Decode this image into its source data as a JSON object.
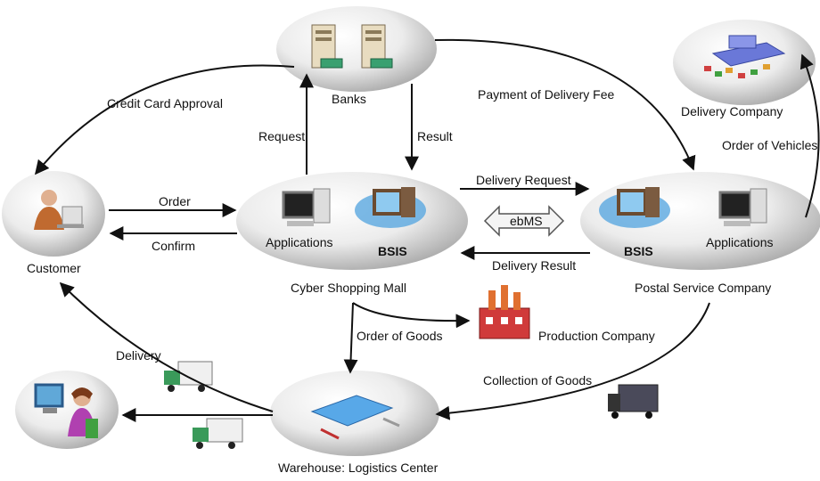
{
  "nodes": {
    "banks": "Banks",
    "delivery_company": "Delivery Company",
    "customer": "Customer",
    "cyber_mall": "Cyber Shopping Mall",
    "postal": "Postal Service Company",
    "production": "Production Company",
    "warehouse": "Warehouse: Logistics Center",
    "applications": "Applications",
    "bsis": "BSIS"
  },
  "edges": {
    "credit_card_approval": "Credit Card Approval",
    "request": "Request",
    "result": "Result",
    "payment_delivery_fee": "Payment of Delivery Fee",
    "order_of_vehicles": "Order of Vehicles",
    "order": "Order",
    "confirm": "Confirm",
    "delivery_request": "Delivery Request",
    "ebms": "ebMS",
    "delivery_result": "Delivery Result",
    "order_of_goods": "Order of Goods",
    "delivery": "Delivery",
    "collection_of_goods": "Collection of Goods"
  },
  "colors": {
    "ellipse_light": "#ffffff",
    "ellipse_dark": "#b8b8b8",
    "arrow": "#111111"
  }
}
